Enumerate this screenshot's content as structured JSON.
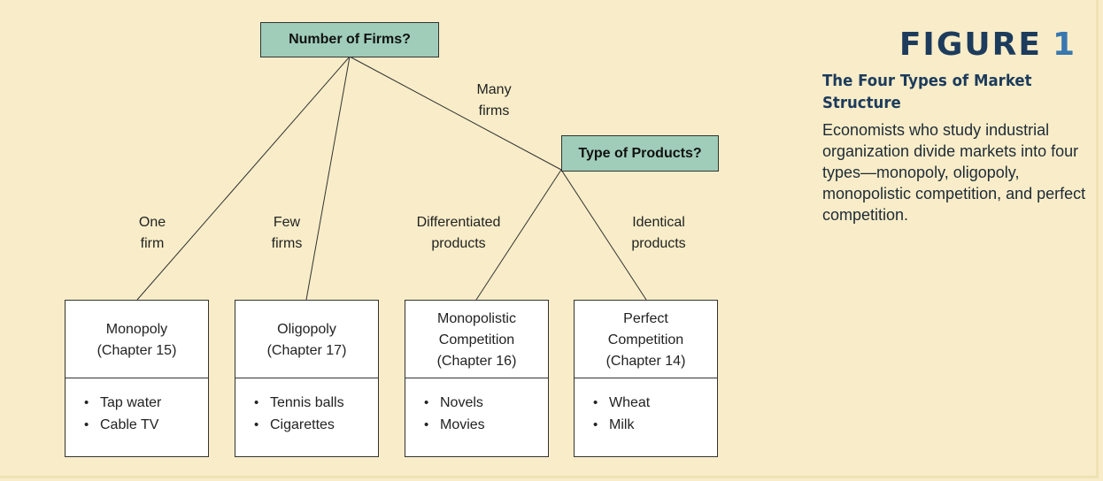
{
  "questions": {
    "firms": "Number of Firms?",
    "products": "Type of Products?"
  },
  "branches": {
    "one": "One\nfirm",
    "few": "Few\nfirms",
    "many": "Many\nfirms",
    "differentiated": "Differentiated\nproducts",
    "identical": "Identical\nproducts"
  },
  "markets": [
    {
      "title": "Monopoly\n(Chapter 15)",
      "examples": [
        "Tap water",
        "Cable TV"
      ]
    },
    {
      "title": "Oligopoly\n(Chapter 17)",
      "examples": [
        "Tennis balls",
        "Cigarettes"
      ]
    },
    {
      "title": "Monopolistic\nCompetition\n(Chapter 16)",
      "examples": [
        "Novels",
        "Movies"
      ]
    },
    {
      "title": "Perfect\nCompetition\n(Chapter 14)",
      "examples": [
        "Wheat",
        "Milk"
      ]
    }
  ],
  "figure": {
    "label": "FIGURE",
    "number": "1",
    "subtitle": "The Four Types of Market Structure",
    "caption": "Economists who study industrial organization divide markets into four types—monopoly, oligopoly, monopolistic competition, and perfect competition."
  },
  "colors": {
    "background": "#f8edc8",
    "question_box": "#9fcdb9",
    "title_text": "#1d3b5c",
    "figure_number": "#3a77b0"
  }
}
